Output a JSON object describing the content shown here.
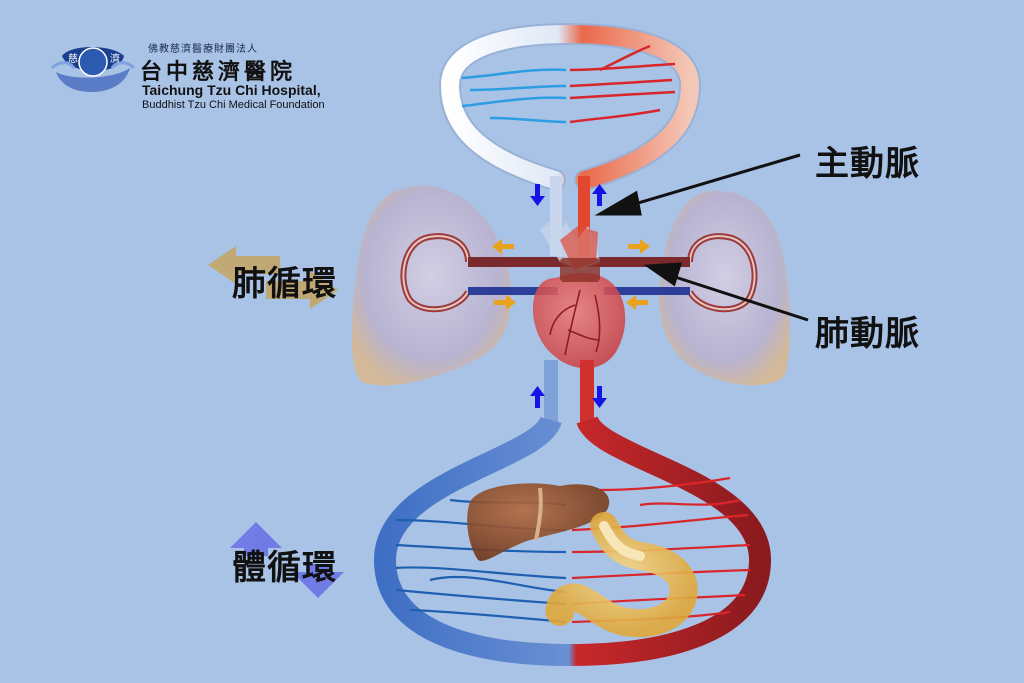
{
  "logo": {
    "foundation_cn": "佛教慈濟醫療財團法人",
    "hospital_cn": "台中慈濟醫院",
    "hospital_en": "Taichung Tzu Chi Hospital,",
    "foundation_en": "Buddhist Tzu Chi Medical Foundation",
    "emblem_chars": [
      "慈",
      "濟"
    ]
  },
  "labels": {
    "aorta": "主動脈",
    "pulmonary_artery": "肺動脈",
    "pulmonary_circulation": "肺循環",
    "systemic_circulation": "體循環"
  },
  "colors": {
    "background": "#a9c3e6",
    "oxygenated": "#d8322f",
    "deoxygenated": "#4a7bd0",
    "flow_arrow": "#1414e6",
    "lung_arrow": "#e8a21c"
  }
}
